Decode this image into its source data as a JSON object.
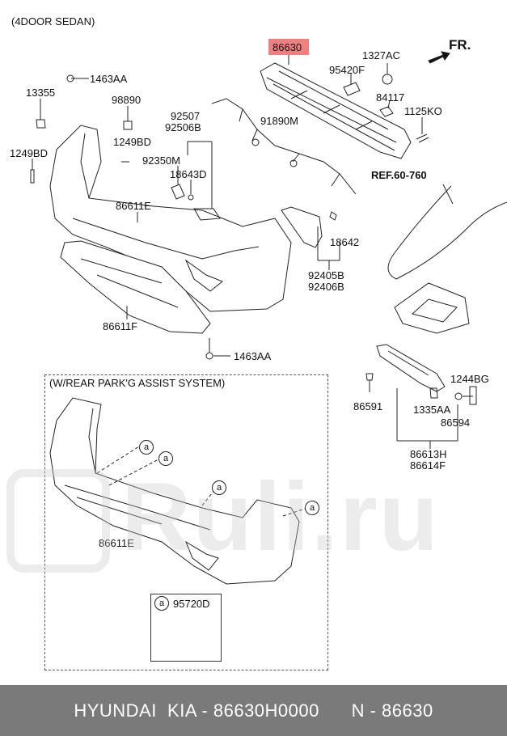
{
  "header": {
    "variant": "(4DOOR SEDAN)"
  },
  "fr_label": "FR.",
  "highlight_color": "#f08080",
  "parts": {
    "p86630": "86630",
    "p1327AC": "1327AC",
    "p95420F": "95420F",
    "p84117": "84117",
    "p1125KO": "1125KO",
    "p91890M": "91890M",
    "p1463AA_top": "1463AA",
    "p13355": "13355",
    "p98890": "98890",
    "p1249BD_right": "1249BD",
    "p1249BD_left": "1249BD",
    "p92507": "92507",
    "p92506B": "92506B",
    "p92350M": "92350M",
    "p18643D": "18643D",
    "p86611E_top": "86611E",
    "p18642": "18642",
    "p92405B": "92405B",
    "p92406B": "92406B",
    "p86611F": "86611F",
    "p1463AA_bottom": "1463AA",
    "ref": "REF.60-760",
    "p1244BG": "1244BG",
    "p86591": "86591",
    "p1335AA": "1335AA",
    "p86594": "86594",
    "p86613H": "86613H",
    "p86614F": "86614F"
  },
  "park_assist": {
    "title": "(W/REAR PARK'G ASSIST SYSTEM)",
    "part": "86611E",
    "callout": "a",
    "sensor_part": "95720D"
  },
  "watermark": "Ruli.ru",
  "footer": {
    "brand": "HYUNDAI  KIA",
    "part_number": "86630H0000",
    "code": "N - 86630"
  }
}
